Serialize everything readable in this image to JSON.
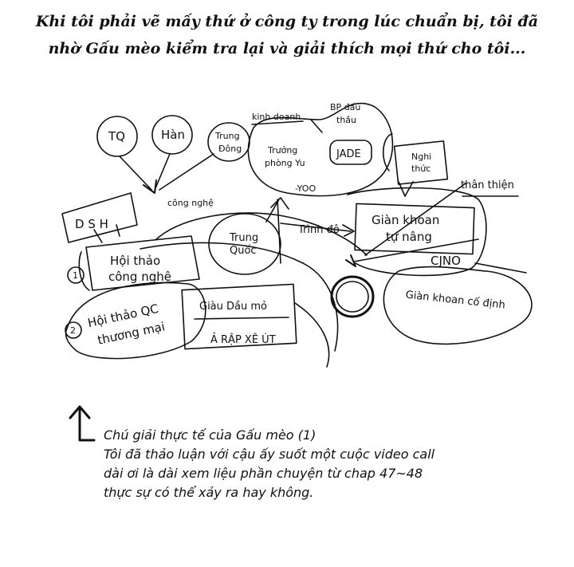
{
  "header": {
    "line1": "Khi tôi phải vẽ mấy thứ ở công ty trong lúc chuẩn bị, tôi đã",
    "line2": "nhờ Gấu mèo kiểm tra lại và giải thích mọi thứ cho tôi..."
  },
  "sketch": {
    "tq": "TQ",
    "han": "Hàn",
    "trung_dong_1": "Trung",
    "trung_dong_2": "Đông",
    "kinh_doanh": "kinh doanh",
    "bp_dau_thau_1": "BP đấu",
    "bp_dau_thau_2": "thầu",
    "truong_phong_1": "Trưởng",
    "truong_phong_2": "phòng Yu",
    "jade": "JADE",
    "yoo": "-YOO",
    "nghi_thuc_1": "Nghi",
    "nghi_thuc_2": "thức",
    "than_thien": "thân thiện",
    "dsh": "D  S  H",
    "cong_nghe": "công nghệ",
    "trinh_do": "Trình độ",
    "gian_khoan_1": "Giàn khoan",
    "gian_khoan_2": "tự nâng",
    "cjno": "CJNO",
    "trung_quoc_1": "Trung",
    "trung_quoc_2": "Quốc",
    "num1": "1",
    "hoi_thao_cn_1": "Hội thảo",
    "hoi_thao_cn_2": "công nghệ",
    "num2": "2",
    "hoi_thao_qc_1": "Hội thảo QC",
    "hoi_thao_qc_2": "thương mại",
    "giau_dau_mo": "Giàu Dầu mỏ",
    "a_rap": "Ả RẬP XÊ ÚT",
    "gian_khoan_co_dinh": "Giàn khoan cố định"
  },
  "note": {
    "line1": "Chú giải thực tế của Gấu mèo (1)",
    "line2": "Tôi đã thảo luận với cậu ấy suốt một cuộc video call",
    "line3": "dài ơi là dài xem liệu phần chuyện từ chap 47~48",
    "line4": "thực sự có thể xảy ra hay không."
  }
}
